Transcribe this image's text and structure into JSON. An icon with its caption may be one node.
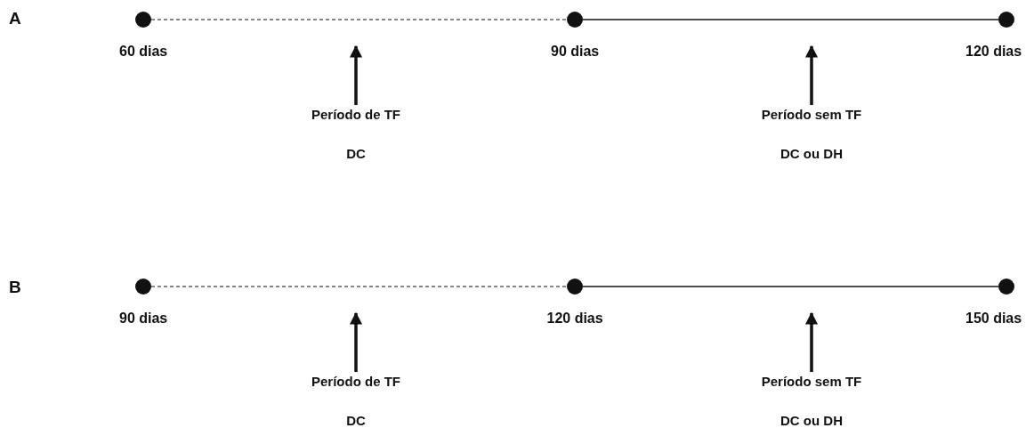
{
  "diagram": {
    "nodes": [
      {
        "text": [],
        "shape": "circle",
        "beside": [
          "60 dias"
        ]
      },
      {
        "text": [],
        "shape": "circle",
        "beside": [
          "90 dias"
        ]
      },
      {
        "text": [],
        "shape": "circle",
        "beside": [
          "120 dias"
        ]
      },
      {
        "text": [
          "Período de TF",
          "DC"
        ]
      },
      {
        "text": [
          "Período sem TF",
          "DC ou DH"
        ]
      },
      {
        "text": [],
        "shape": "circle",
        "beside": [
          "90 dias"
        ]
      },
      {
        "text": [],
        "shape": "circle",
        "beside": [
          "120 dias"
        ]
      },
      {
        "text": [],
        "shape": "circle",
        "beside": [
          "150 dias"
        ]
      },
      {
        "text": [
          "Período de TF",
          "DC"
        ]
      },
      {
        "text": [
          "Período sem TF",
          "DC ou DH"
        ]
      }
    ],
    "edges": [
      {
        "from": 0,
        "to": 1,
        "arrow": "none",
        "style": "dashed"
      },
      {
        "from": 1,
        "to": 2,
        "arrow": "none"
      },
      {
        "from": 3,
        "to": null,
        "arrow": "to",
        "style": "thick"
      },
      {
        "from": 4,
        "to": null,
        "arrow": "to",
        "style": "thick"
      },
      {
        "from": 5,
        "to": 6,
        "arrow": "none",
        "style": "dashed"
      },
      {
        "from": 6,
        "to": 7,
        "arrow": "none"
      },
      {
        "from": 8,
        "to": null,
        "arrow": "to",
        "style": "thick"
      },
      {
        "from": 9,
        "to": null,
        "arrow": "to",
        "style": "thick"
      }
    ],
    "labels": [
      "A",
      "B"
    ]
  }
}
